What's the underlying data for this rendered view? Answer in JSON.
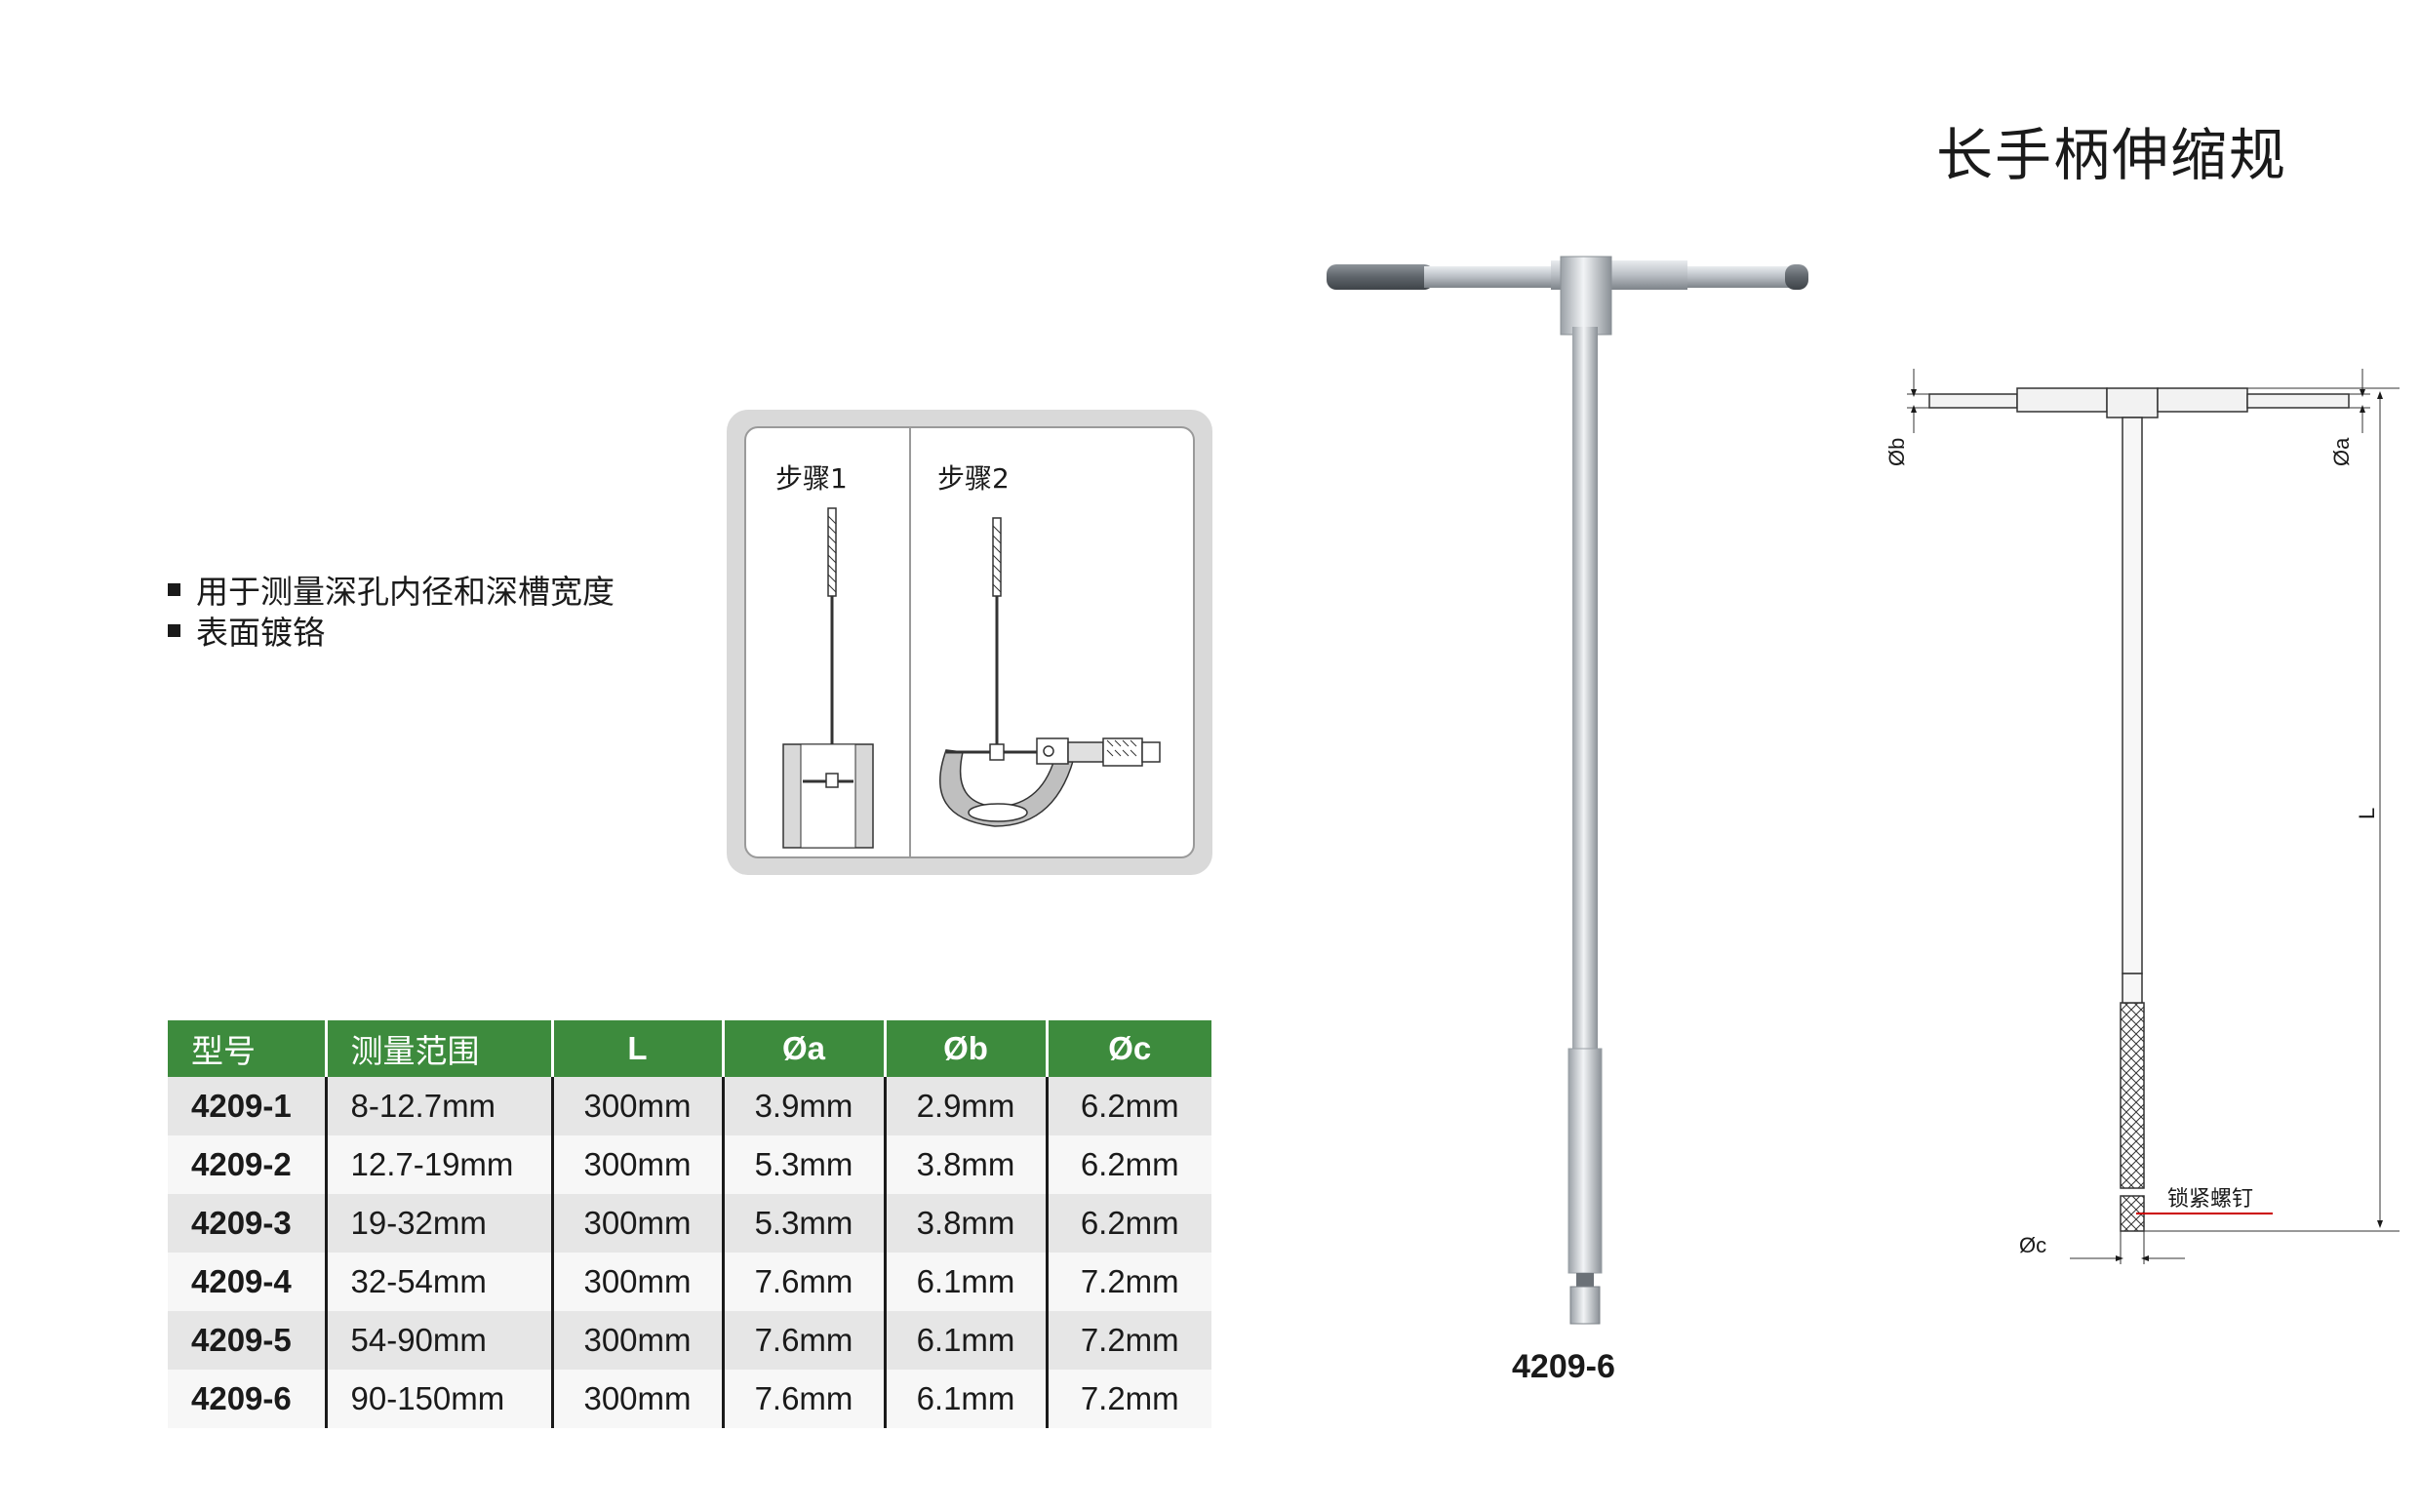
{
  "title": "长手柄伸缩规",
  "features": [
    "用于测量深孔内径和深槽宽度",
    "表面镀铬"
  ],
  "steps": [
    {
      "label": "步骤1"
    },
    {
      "label": "步骤2"
    }
  ],
  "table": {
    "headers": [
      "型号",
      "测量范围",
      "L",
      "Øa",
      "Øb",
      "Øc"
    ],
    "rows": [
      [
        "4209-1",
        "8-12.7mm",
        "300mm",
        "3.9mm",
        "2.9mm",
        "6.2mm"
      ],
      [
        "4209-2",
        "12.7-19mm",
        "300mm",
        "5.3mm",
        "3.8mm",
        "6.2mm"
      ],
      [
        "4209-3",
        "19-32mm",
        "300mm",
        "5.3mm",
        "3.8mm",
        "6.2mm"
      ],
      [
        "4209-4",
        "32-54mm",
        "300mm",
        "7.6mm",
        "6.1mm",
        "7.2mm"
      ],
      [
        "4209-5",
        "54-90mm",
        "300mm",
        "7.6mm",
        "6.1mm",
        "7.2mm"
      ],
      [
        "4209-6",
        "90-150mm",
        "300mm",
        "7.6mm",
        "6.1mm",
        "7.2mm"
      ]
    ]
  },
  "photo_caption": "4209-6",
  "drawing": {
    "dim_b": "Øb",
    "dim_a": "Øa",
    "dim_L": "L",
    "dim_c": "Øc",
    "lock_screw": "锁紧螺钉"
  },
  "colors": {
    "header_green": "#3d8b3d",
    "row_odd": "#e6e6e6",
    "row_even": "#f7f7f7",
    "leader_red": "#cc0000"
  }
}
